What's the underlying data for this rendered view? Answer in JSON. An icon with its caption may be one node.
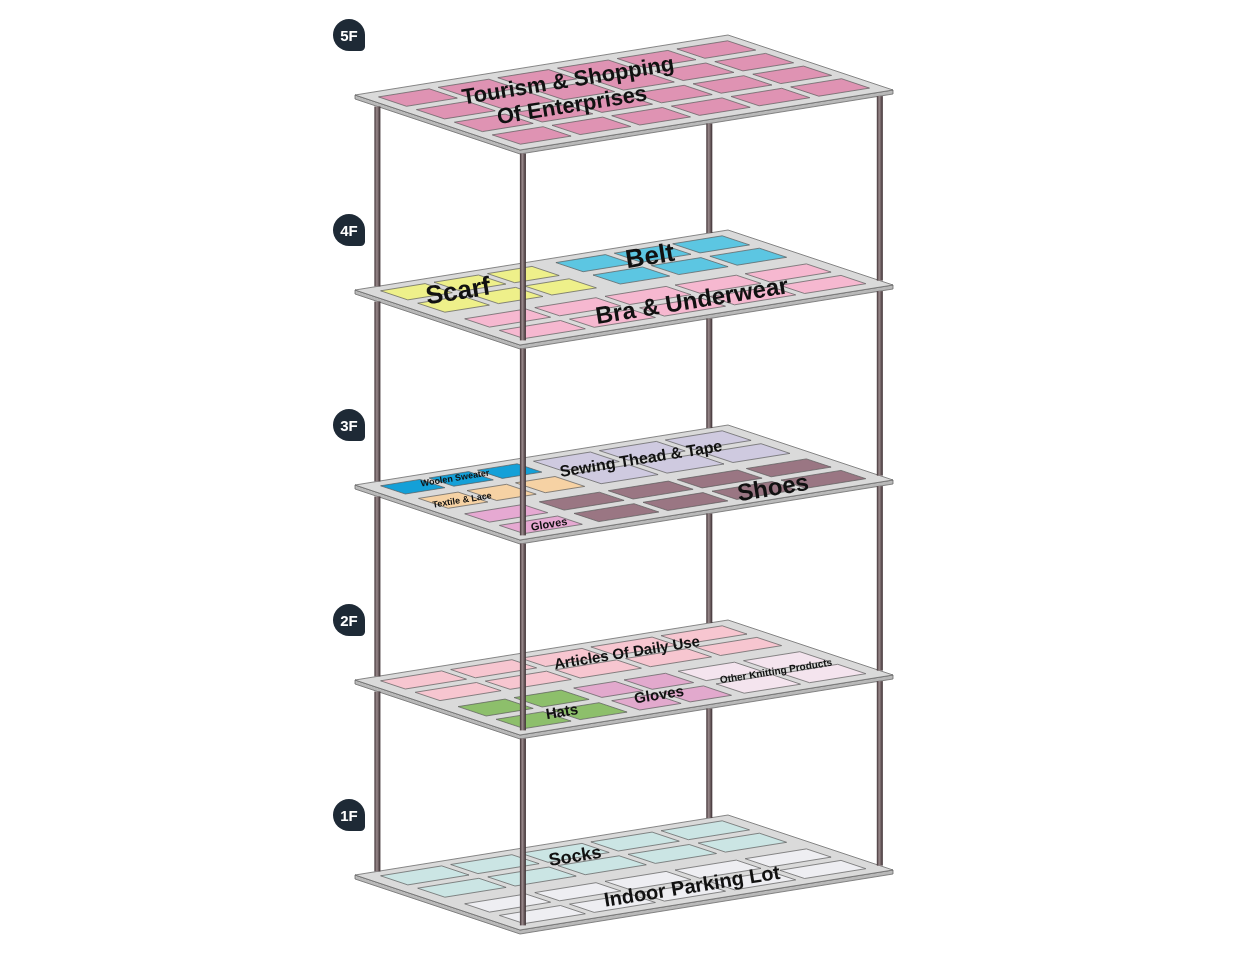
{
  "diagram": {
    "nodes": [
      {
        "text": [
          "5F"
        ]
      },
      {
        "text": [
          "Tourism & Shopping Of Enterprises"
        ],
        "in": 0
      },
      {
        "text": [
          "4F"
        ]
      },
      {
        "text": [
          "Scarf"
        ],
        "in": 2
      },
      {
        "text": [
          "Belt"
        ],
        "in": 2
      },
      {
        "text": [
          "Bra & Underwear"
        ],
        "in": 2
      },
      {
        "text": [
          "3F"
        ]
      },
      {
        "text": [
          "Sewing Thead & Tape"
        ],
        "in": 6
      },
      {
        "text": [
          "Textile & Lace"
        ],
        "in": 6
      },
      {
        "text": [
          "Woolen Sweater"
        ],
        "in": 6
      },
      {
        "text": [
          "Gloves"
        ],
        "in": 6
      },
      {
        "text": [
          "Shoes"
        ],
        "in": 6
      },
      {
        "text": [
          "2F"
        ]
      },
      {
        "text": [
          "Articles Of Daily Use"
        ],
        "in": 12
      },
      {
        "text": [
          "Other Knitting Products"
        ],
        "in": 12
      },
      {
        "text": [
          "Gloves"
        ],
        "in": 12
      },
      {
        "text": [
          "Hats"
        ],
        "in": 12
      },
      {
        "text": [
          "1F"
        ]
      },
      {
        "text": [
          "Socks"
        ],
        "in": 17
      },
      {
        "text": [
          "Indoor Parking Lot"
        ],
        "in": 17
      }
    ]
  }
}
